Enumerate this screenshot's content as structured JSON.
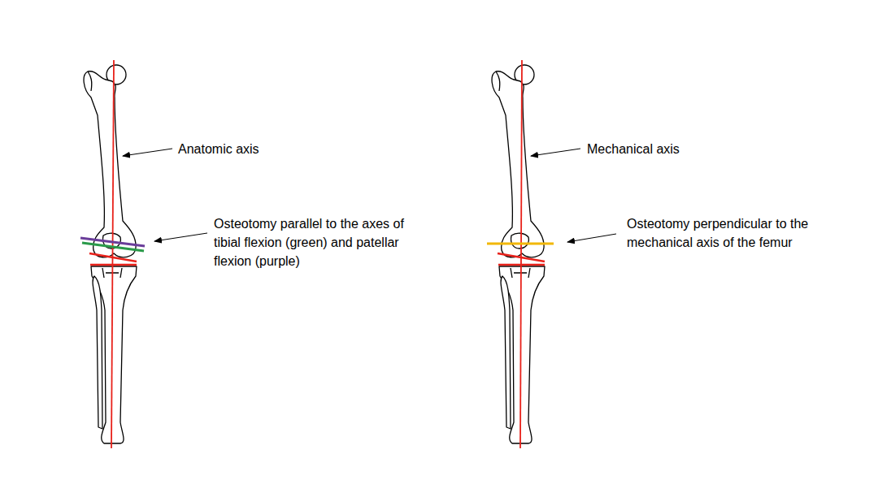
{
  "diagram": {
    "labels": [
      "Anatomic axis",
      "Osteotomy parallel to the axes of tibial flexion (green) and patellar flexion (purple)",
      "Mechanical axis",
      "Osteotomy perpendicular to the mechanical axis of the femur"
    ]
  }
}
